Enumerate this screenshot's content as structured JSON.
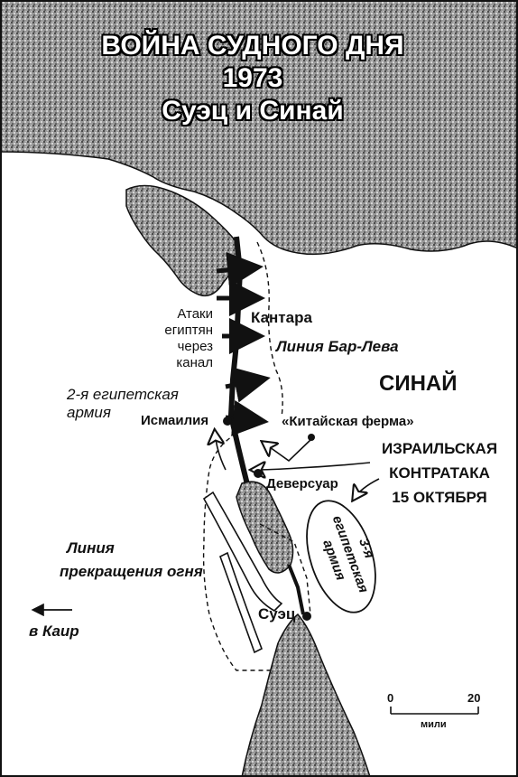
{
  "title": {
    "line1": "ВОЙНА СУДНОГО ДНЯ",
    "line2": "1973",
    "line3": "Суэц и Синай"
  },
  "labels": {
    "attacks": [
      "Атаки",
      "египтян",
      "через",
      "канал"
    ],
    "kantara": "Кантара",
    "bar_lev": "Линия Бар-Лева",
    "sinai": "СИНАЙ",
    "second_army": [
      "2-я египетская",
      "армия"
    ],
    "ismailia": "Исмаилия",
    "chinese_farm": "«Китайская ферма»",
    "counterattack": [
      "ИЗРАИЛЬСКАЯ",
      "КОНТРАТАКА",
      "15 ОКТЯБРЯ"
    ],
    "deversoir": "Деверсуар",
    "third_army": [
      "3-я",
      "египетская",
      "армия"
    ],
    "ceasefire": [
      "Линия",
      "прекращения огня"
    ],
    "to_cairo": "в Каир",
    "suez": "Суэц"
  },
  "scale": {
    "min": "0",
    "max": "20",
    "unit": "мили"
  },
  "colors": {
    "sea_fill": "#8a8a8a",
    "land": "#ffffff",
    "ink": "#111111"
  }
}
